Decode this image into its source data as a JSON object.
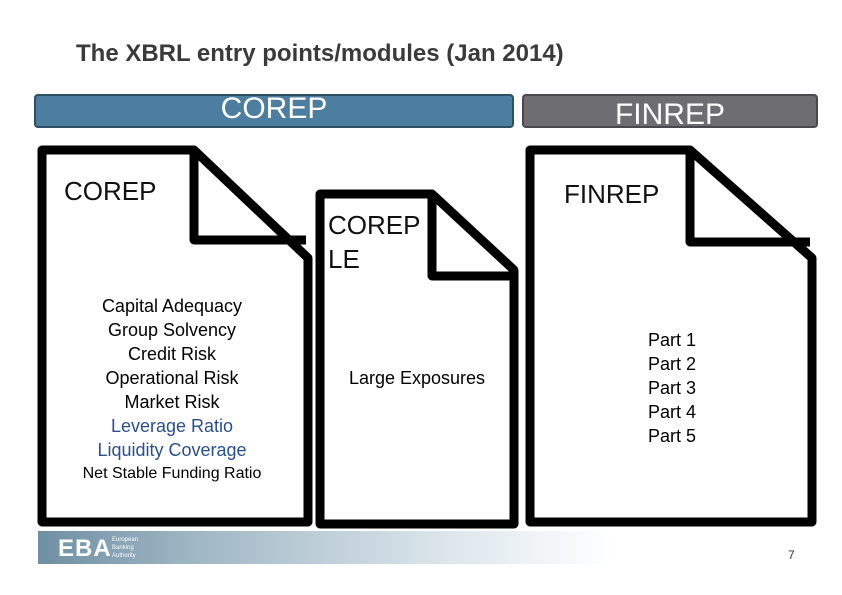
{
  "title": "The XBRL entry points/modules (Jan 2014)",
  "banners": {
    "corep": "COREP",
    "finrep": "FINREP"
  },
  "docs": {
    "corep": {
      "title": "COREP",
      "items": [
        "Capital Adequacy",
        "Group Solvency",
        "Credit Risk",
        "Operational Risk",
        "Market Risk"
      ],
      "blue_items": [
        "Leverage Ratio",
        "Liquidity Coverage"
      ],
      "small_item": "Net Stable Funding Ratio"
    },
    "corep_le": {
      "title_line1": "COREP",
      "title_line2": "LE",
      "item": "Large Exposures"
    },
    "finrep": {
      "title": "FINREP",
      "items": [
        "Part 1",
        "Part 2",
        "Part 3",
        "Part 4",
        "Part 5"
      ]
    }
  },
  "footer": {
    "logo": "EBA",
    "logo_words": [
      "European",
      "Banking",
      "Authority"
    ],
    "page_number": "7"
  },
  "colors": {
    "corep_banner": "#4d7ea0",
    "finrep_banner": "#6e6e72",
    "blue_text": "#2a4f8f"
  }
}
